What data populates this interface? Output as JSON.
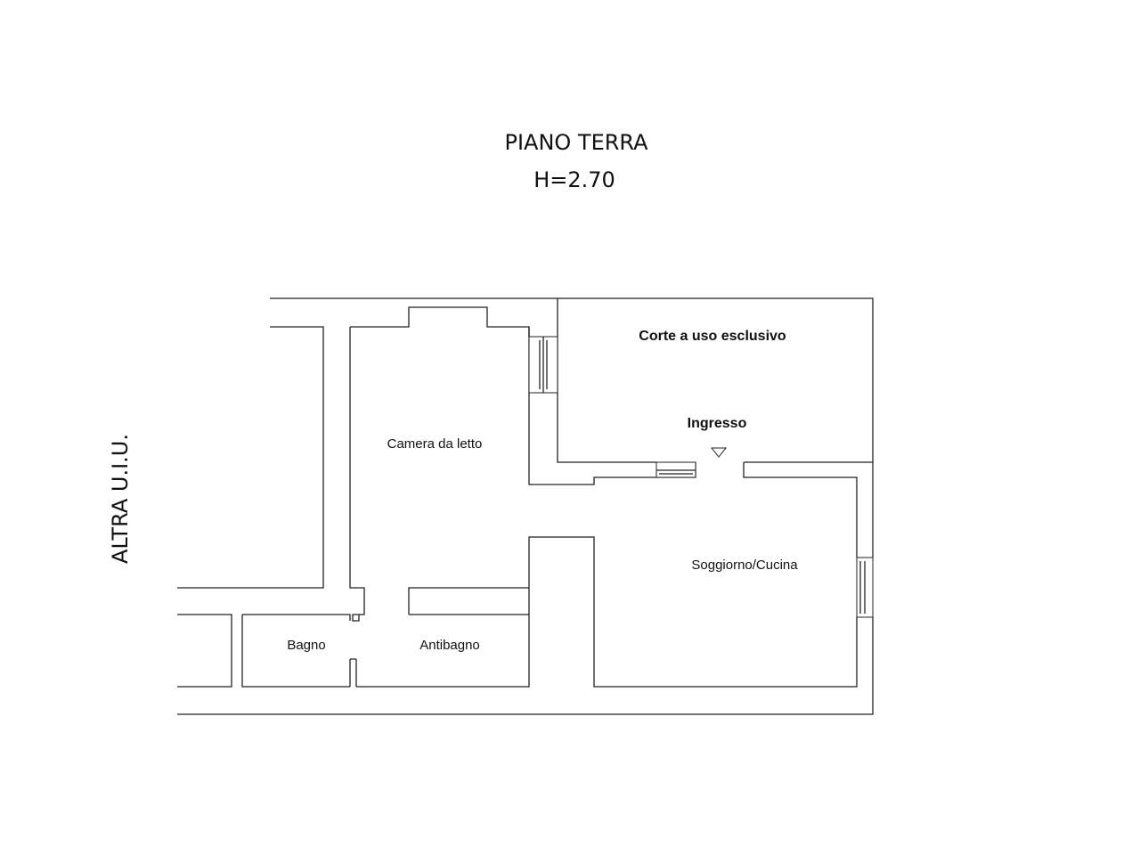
{
  "header": {
    "title": "PIANO TERRA",
    "height": "H=2.70"
  },
  "labels": {
    "neighbor": "ALTRA U.I.U.",
    "courtyard": "Corte a uso esclusivo",
    "entrance": "Ingresso",
    "bedroom": "Camera da letto",
    "living": "Soggiorno/Cucina",
    "bathroom": "Bagno",
    "antebath": "Antibagno"
  }
}
